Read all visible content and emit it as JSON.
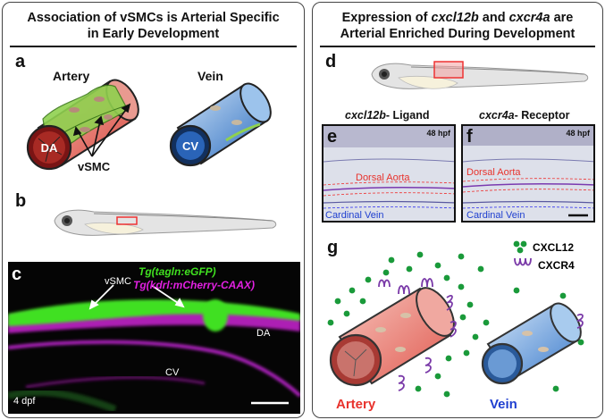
{
  "left": {
    "title_line1": "Association of vSMCs is Arterial Specific",
    "title_line2": "in Early Development",
    "panel_a": {
      "letter": "a",
      "artery": "Artery",
      "vein": "Vein",
      "da": "DA",
      "cv": "CV",
      "vsmc": "vSMC"
    },
    "panel_b": {
      "letter": "b"
    },
    "panel_c": {
      "letter": "c",
      "legend_green": "Tg(tagln:eGFP)",
      "legend_magenta": "Tg(kdrl:mCherry-CAAX)",
      "vsmc": "vSMC",
      "da": "DA",
      "cv": "CV",
      "age": "4 dpf"
    }
  },
  "right": {
    "title_pre": "Expression of ",
    "title_gene1": "cxcl12b",
    "title_mid": " and ",
    "title_gene2": "cxcr4a",
    "title_post": " are",
    "title_line2": "Arterial Enriched During Development",
    "panel_d": {
      "letter": "d"
    },
    "panel_e": {
      "letter": "e",
      "gene": "cxcl12b",
      "suffix": "- Ligand",
      "hpf": "48 hpf",
      "dorsal": "Dorsal Aorta",
      "cardinal": "Cardinal Vein"
    },
    "panel_f": {
      "letter": "f",
      "gene": "cxcr4a",
      "suffix": "- Receptor",
      "hpf": "48 hpf",
      "dorsal": "Dorsal Aorta",
      "cardinal": "Cardinal Vein"
    },
    "panel_g": {
      "letter": "g",
      "legend_cxcl12": "CXCL12",
      "legend_cxcr4": "CXCR4",
      "artery": "Artery",
      "vein": "Vein"
    }
  },
  "colors": {
    "artery_red": "#e8322c",
    "vein_blue": "#1f3fd0",
    "vsmc_green": "#8fd14f",
    "gfp_green": "#40e020",
    "mcherry_magenta": "#e020e0",
    "dot_green": "#1a9a3a",
    "receptor_purple": "#7a3aa8"
  }
}
